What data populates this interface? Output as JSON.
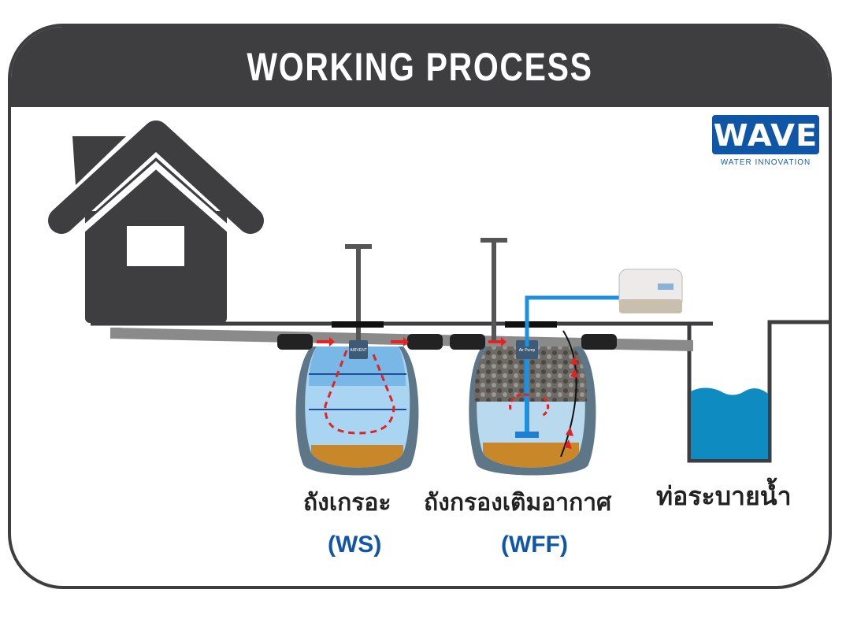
{
  "header": {
    "title": "WORKING PROCESS"
  },
  "logo": {
    "brand": "WAVE",
    "tagline": "WATER INNOVATION",
    "brand_color": "#0f56a6"
  },
  "tanks": [
    {
      "name_th": "ถังเกรอะ",
      "code": "(WS)",
      "inner_tag": "AIRVENT"
    },
    {
      "name_th": "ถังกรองเติมอากาศ",
      "code": "(WFF)",
      "inner_tag": "Air Pump"
    }
  ],
  "drain": {
    "name_th": "ท่อระบายน้ำ"
  },
  "colors": {
    "frame": "#3e3e40",
    "water": "#0e8cc2",
    "air_line": "#1e90e0",
    "flow_arrow": "#e32222",
    "label_code": "#1056a8"
  }
}
